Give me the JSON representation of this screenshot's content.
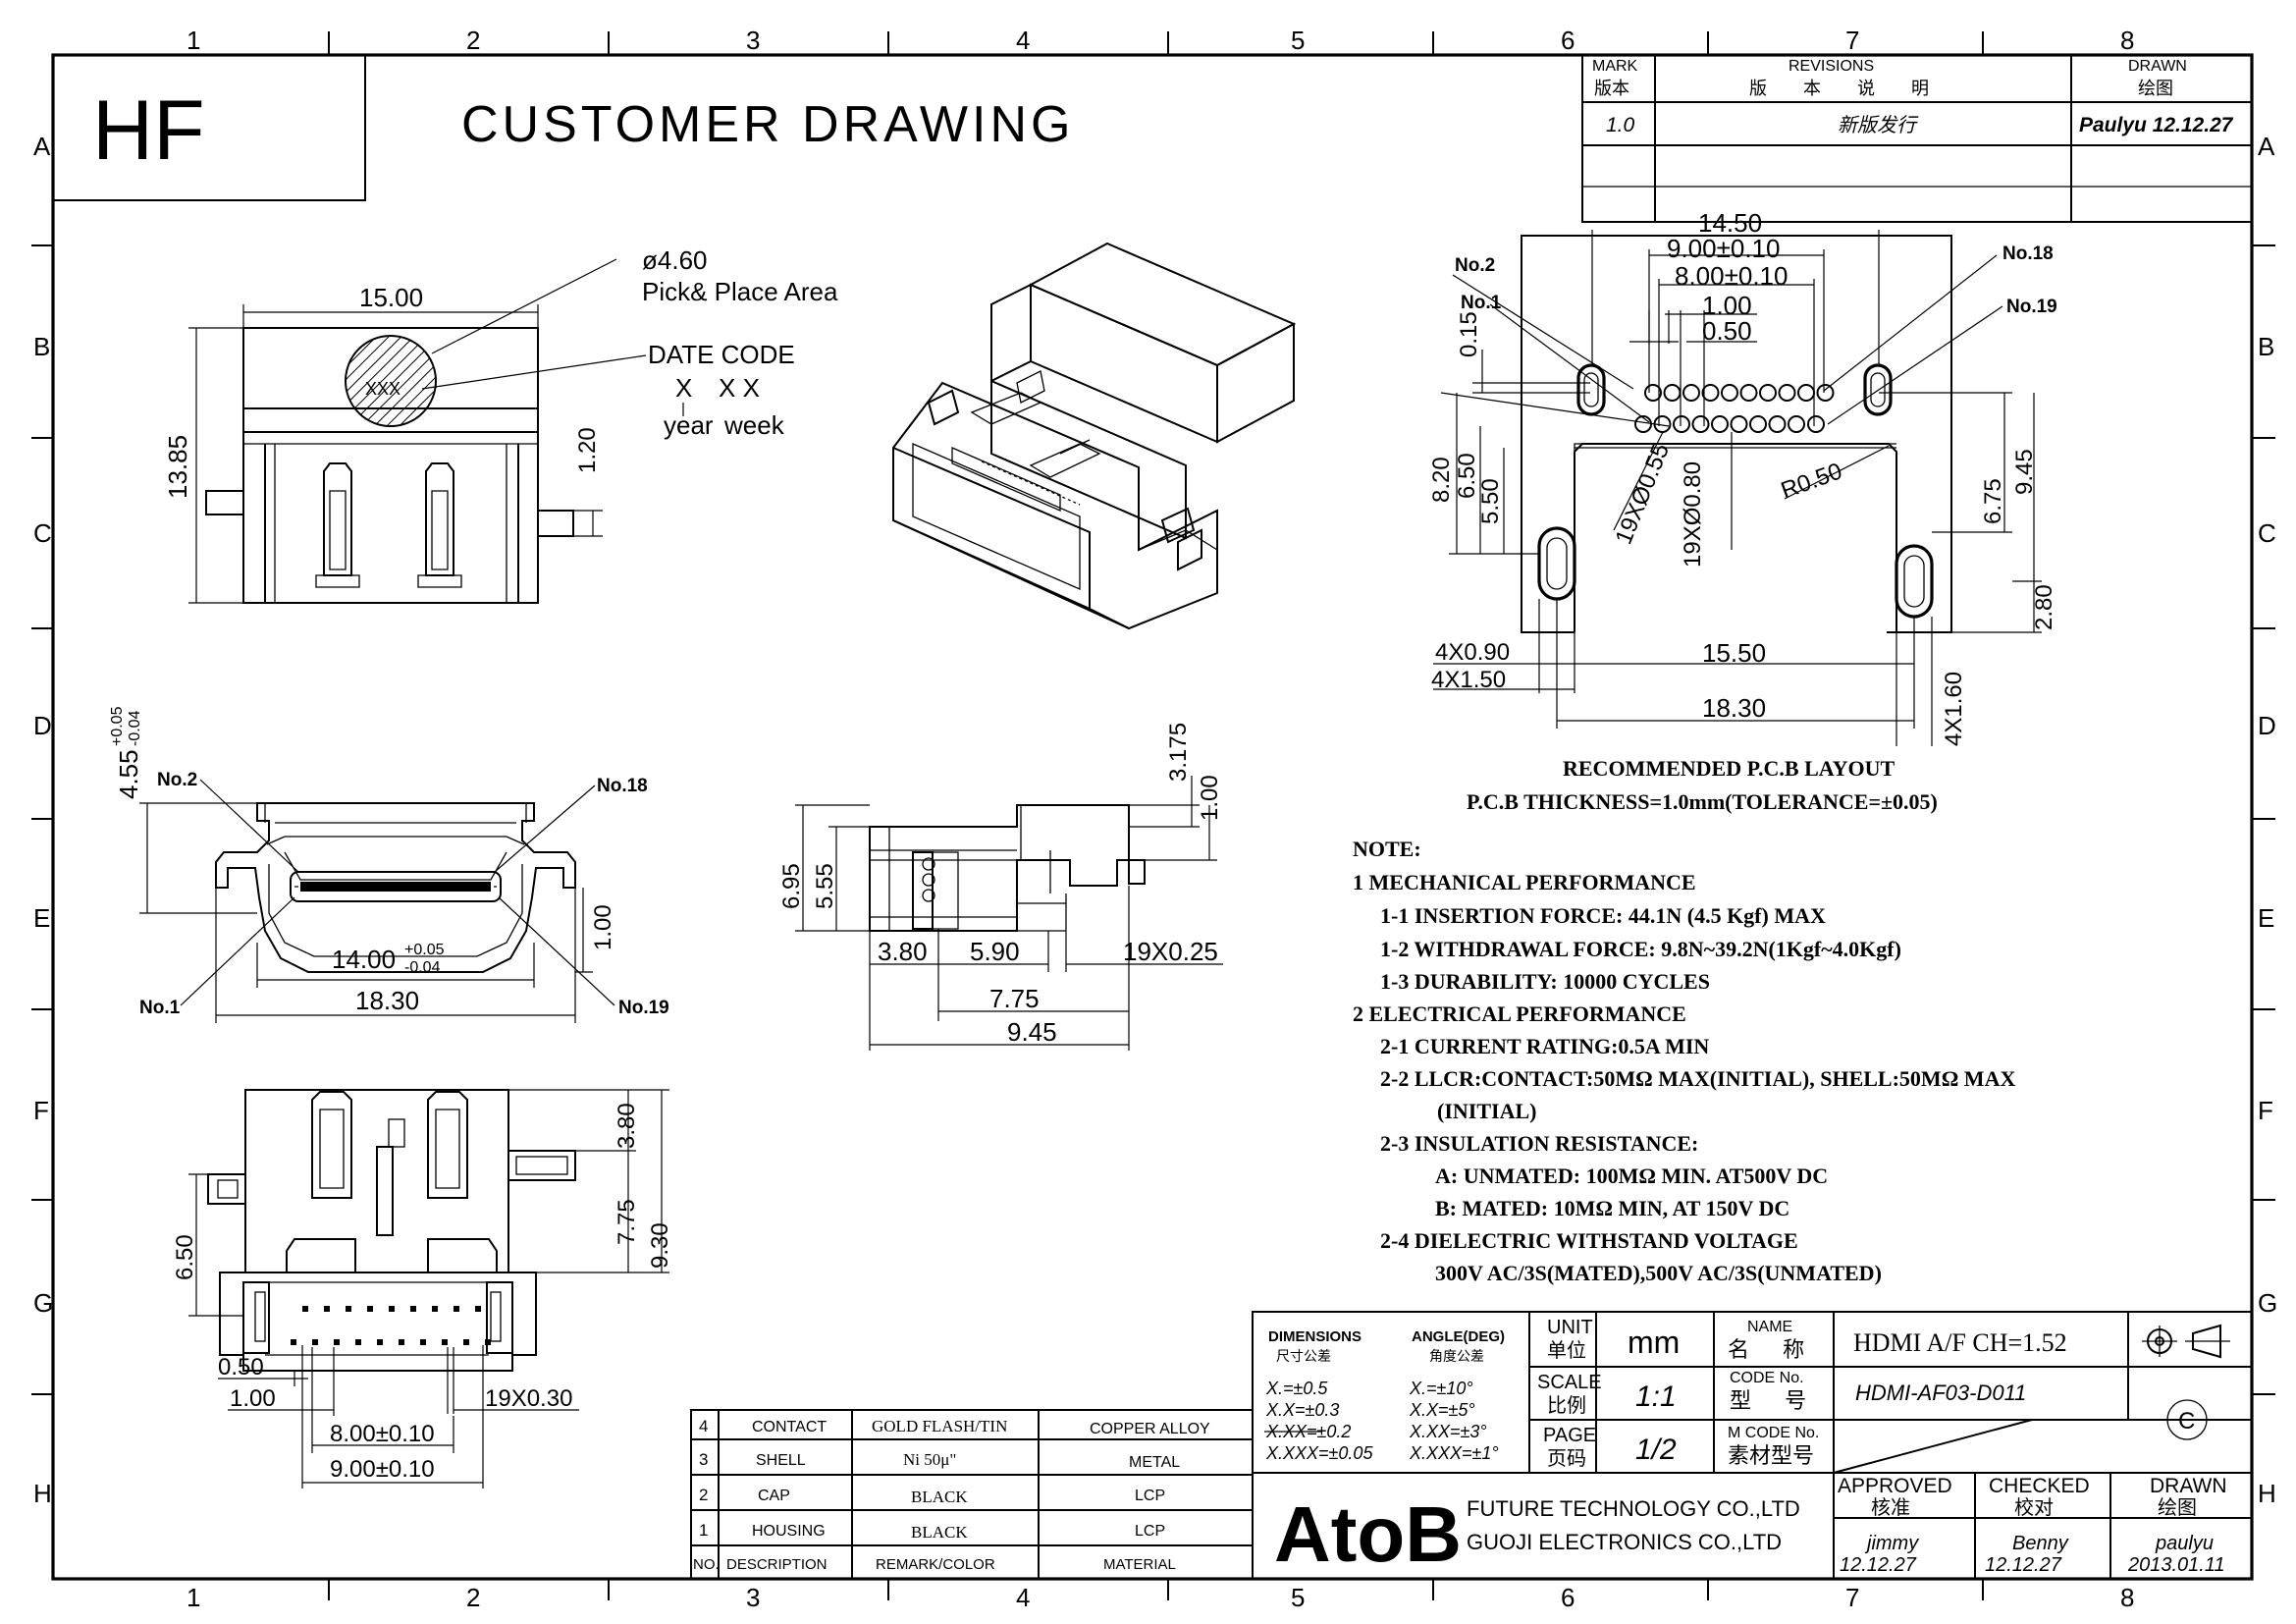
{
  "logo_box": "HF",
  "title": "CUSTOMER DRAWING",
  "grid": {
    "cols": [
      "1",
      "2",
      "3",
      "4",
      "5",
      "6",
      "7",
      "8"
    ],
    "rows": [
      "A",
      "B",
      "C",
      "D",
      "E",
      "F",
      "G",
      "H"
    ]
  },
  "revisions": {
    "mark_h": "MARK",
    "mark_h_cn": "版本",
    "rev_h": "REVISIONS",
    "rev_h_cn": "版 本 说 明",
    "drawn_h": "DRAWN",
    "drawn_h_cn": "绘图",
    "mark": "1.0",
    "desc": "新版发行",
    "drawn": "Paulyu 12.12.27"
  },
  "top_view": {
    "dim_width": "15.00",
    "dim_height": "13.85",
    "dim_small": "1.20",
    "pick_dia": "ø4.60",
    "pick_label": "Pick& Place Area",
    "date_code": "DATE CODE",
    "date_x1": "X",
    "date_x2": "X X",
    "year": "year",
    "week": "week",
    "xxx": "XXX"
  },
  "front_view": {
    "no2": "No.2",
    "no18": "No.18",
    "no1": "No.1",
    "no19": "No.19",
    "dim_h": "4.55",
    "dim_h_tol_up": "+0.05",
    "dim_h_tol_dn": "-0.04",
    "dim_w": "14.00",
    "dim_w_tol_up": "+0.05",
    "dim_w_tol_dn": "-0.04",
    "dim_total": "18.30",
    "dim_small": "1.00"
  },
  "side_view": {
    "d1": "3.175",
    "d2": "1.00",
    "d3": "6.95",
    "d4": "5.55",
    "d5": "3.80",
    "d6": "5.90",
    "d7": "19X0.25",
    "d8": "7.75",
    "d9": "9.45"
  },
  "bottom_view": {
    "d1": "3.80",
    "d2": "7.75",
    "d3": "9.30",
    "d4": "6.50",
    "d5": "0.50",
    "d6": "1.00",
    "d7": "19X0.30",
    "d8": "8.00±0.10",
    "d9": "9.00±0.10"
  },
  "pcb": {
    "d1": "14.50",
    "d2": "9.00±0.10",
    "d3": "8.00±0.10",
    "d4": "1.00",
    "d5": "0.50",
    "d6": "0.15",
    "no2": "No.2",
    "no1": "No.1",
    "no18": "No.18",
    "no19": "No.19",
    "d7": "8.20",
    "d8": "6.50",
    "d9": "5.50",
    "d10": "19XØ0.55",
    "d11": "19XØ0.80",
    "d12": "R0.50",
    "d13": "6.75",
    "d14": "9.45",
    "d15": "2.80",
    "d16": "4X0.90",
    "d17": "4X1.50",
    "d18": "15.50",
    "d19": "18.30",
    "d20": "4X1.60",
    "caption1": "RECOMMENDED P.C.B LAYOUT",
    "caption2": "P.C.B THICKNESS=1.0mm(TOLERANCE=±0.05)"
  },
  "notes": [
    "NOTE:",
    "1 MECHANICAL PERFORMANCE",
    "1-1 INSERTION FORCE: 44.1N (4.5 Kgf) MAX",
    "1-2 WITHDRAWAL FORCE: 9.8N~39.2N(1Kgf~4.0Kgf)",
    "1-3 DURABILITY: 10000 CYCLES",
    "2 ELECTRICAL PERFORMANCE",
    "2-1 CURRENT RATING:0.5A MIN",
    "2-2 LLCR:CONTACT:50MΩ MAX(INITIAL), SHELL:50MΩ MAX",
    "(INITIAL)",
    "2-3 INSULATION RESISTANCE:",
    "A: UNMATED: 100MΩ MIN. AT500V DC",
    "B: MATED: 10MΩ MIN, AT 150V DC",
    "2-4 DIELECTRIC WITHSTAND VOLTAGE",
    "300V AC/3S(MATED),500V AC/3S(UNMATED)"
  ],
  "bom": {
    "rows": [
      {
        "no": "4",
        "desc": "CONTACT",
        "remark": "GOLD FLASH/TIN",
        "material": "COPPER ALLOY"
      },
      {
        "no": "3",
        "desc": "SHELL",
        "remark": "Ni 50μ\"",
        "material": "METAL"
      },
      {
        "no": "2",
        "desc": "CAP",
        "remark": "BLACK",
        "material": "LCP"
      },
      {
        "no": "1",
        "desc": "HOUSING",
        "remark": "BLACK",
        "material": "LCP"
      }
    ],
    "head": {
      "no": "NO.",
      "desc": "DESCRIPTION",
      "remark": "REMARK/COLOR",
      "material": "MATERIAL"
    }
  },
  "titleblock": {
    "dims_h": "DIMENSIONS",
    "dims_h_cn": "尺寸公差",
    "angle_h": "ANGLE(DEG)",
    "angle_h_cn": "角度公差",
    "tol1": "X.=±0.5",
    "tol2": "X.X=±0.3",
    "tol3": "X.XX=±0.2",
    "tol4": "X.XXX=±0.05",
    "ang1": "X.=±10°",
    "ang2": "X.X=±5°",
    "ang3": "X.XX=±3°",
    "ang4": "X.XXX=±1°",
    "unit_h": "UNIT",
    "unit_h_cn": "单位",
    "unit": "mm",
    "scale_h": "SCALE",
    "scale_h_cn": "比例",
    "scale": "1:1",
    "page_h": "PAGE",
    "page_h_cn": "页码",
    "page": "1/2",
    "name_h": "NAME",
    "name_h_cn": "名 称",
    "name": "HDMI A/F CH=1.52",
    "code_h": "CODE No.",
    "code_h_cn": "型 号",
    "code": "HDMI-AF03-D011",
    "mcode_h": "M CODE No.",
    "mcode_h_cn": "素材型号",
    "company_logo": "AtoB",
    "company1": "FUTURE TECHNOLOGY CO.,LTD",
    "company2": "GUOJI ELECTRONICS CO.,LTD",
    "approved_h": "APPROVED",
    "approved_h_cn": "核准",
    "approved": "jimmy",
    "approved_date": "12.12.27",
    "checked_h": "CHECKED",
    "checked_h_cn": "校对",
    "checked": "Benny",
    "checked_date": "12.12.27",
    "drawn_h": "DRAWN",
    "drawn_h_cn": "绘图",
    "drawn": "paulyu",
    "drawn_date": "2013.01.11",
    "copyright": "C"
  }
}
